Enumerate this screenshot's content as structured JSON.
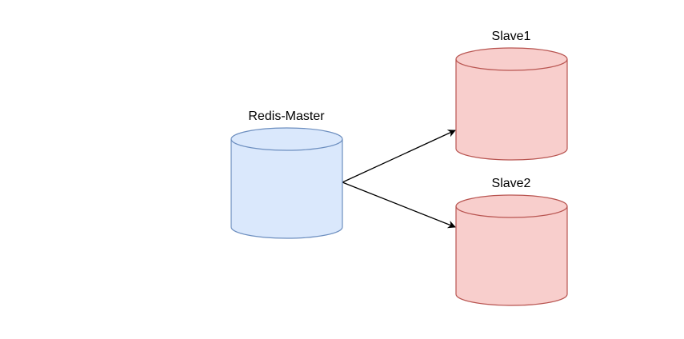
{
  "diagram": {
    "title": "",
    "nodes": [
      {
        "id": "master",
        "label": "Redis-Master",
        "shape": "cylinder",
        "fill": "#dae8fc",
        "stroke": "#6c8ebf"
      },
      {
        "id": "slave1",
        "label": "Slave1",
        "shape": "cylinder",
        "fill": "#f8cecc",
        "stroke": "#b85450"
      },
      {
        "id": "slave2",
        "label": "Slave2",
        "shape": "cylinder",
        "fill": "#f8cecc",
        "stroke": "#b85450"
      }
    ],
    "edges": [
      {
        "from": "master",
        "to": "slave1",
        "arrow": "end"
      },
      {
        "from": "master",
        "to": "slave2",
        "arrow": "end"
      }
    ]
  }
}
